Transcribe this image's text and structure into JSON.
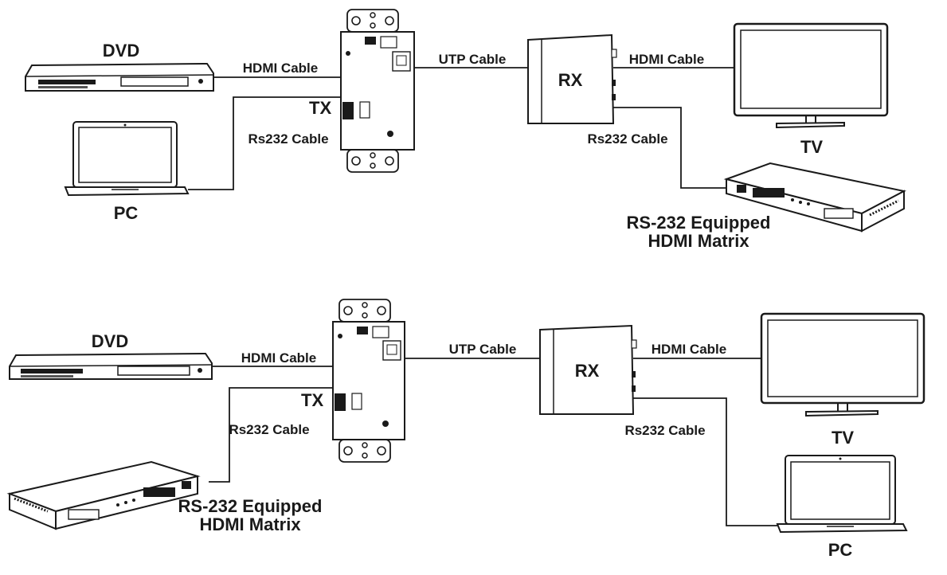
{
  "diagrams": [
    {
      "dvd": "DVD",
      "pc": "PC",
      "tv": "TV",
      "tx": "TX",
      "rx": "RX",
      "hdmi_left": "HDMI Cable",
      "rs232_left": "Rs232 Cable",
      "utp": "UTP Cable",
      "hdmi_right": "HDMI Cable",
      "rs232_right": "Rs232 Cable",
      "matrix_line1": "RS-232 Equipped",
      "matrix_line2": "HDMI Matrix"
    },
    {
      "dvd": "DVD",
      "pc": "PC",
      "tv": "TV",
      "tx": "TX",
      "rx": "RX",
      "hdmi_left": "HDMI Cable",
      "rs232_left": "Rs232 Cable",
      "utp": "UTP Cable",
      "hdmi_right": "HDMI Cable",
      "rs232_right": "Rs232 Cable",
      "matrix_line1": "RS-232 Equipped",
      "matrix_line2": "HDMI Matrix"
    }
  ]
}
